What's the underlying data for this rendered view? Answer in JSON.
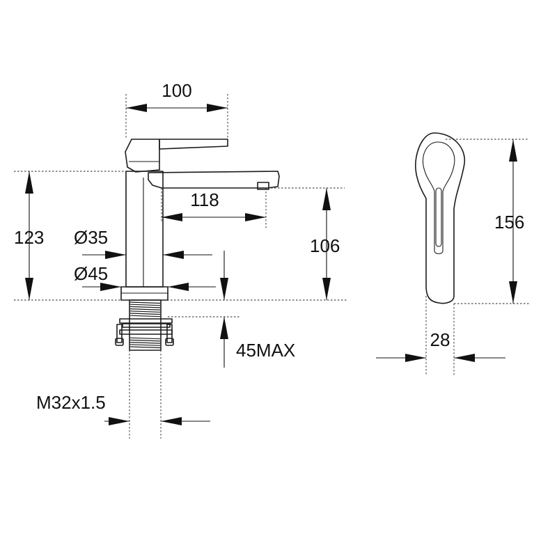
{
  "dimensions": {
    "handle_reach": "100",
    "overall_height": "123",
    "spout_reach": "118",
    "spout_height": "106",
    "upper_body_diameter": "Ø35",
    "base_diameter": "Ø45",
    "max_deck_thickness": "45MAX",
    "tail_thread": "M32x1.5",
    "side_height": "156",
    "side_width": "28"
  },
  "colors": {
    "line": "#1a1a1a",
    "background": "#ffffff"
  }
}
